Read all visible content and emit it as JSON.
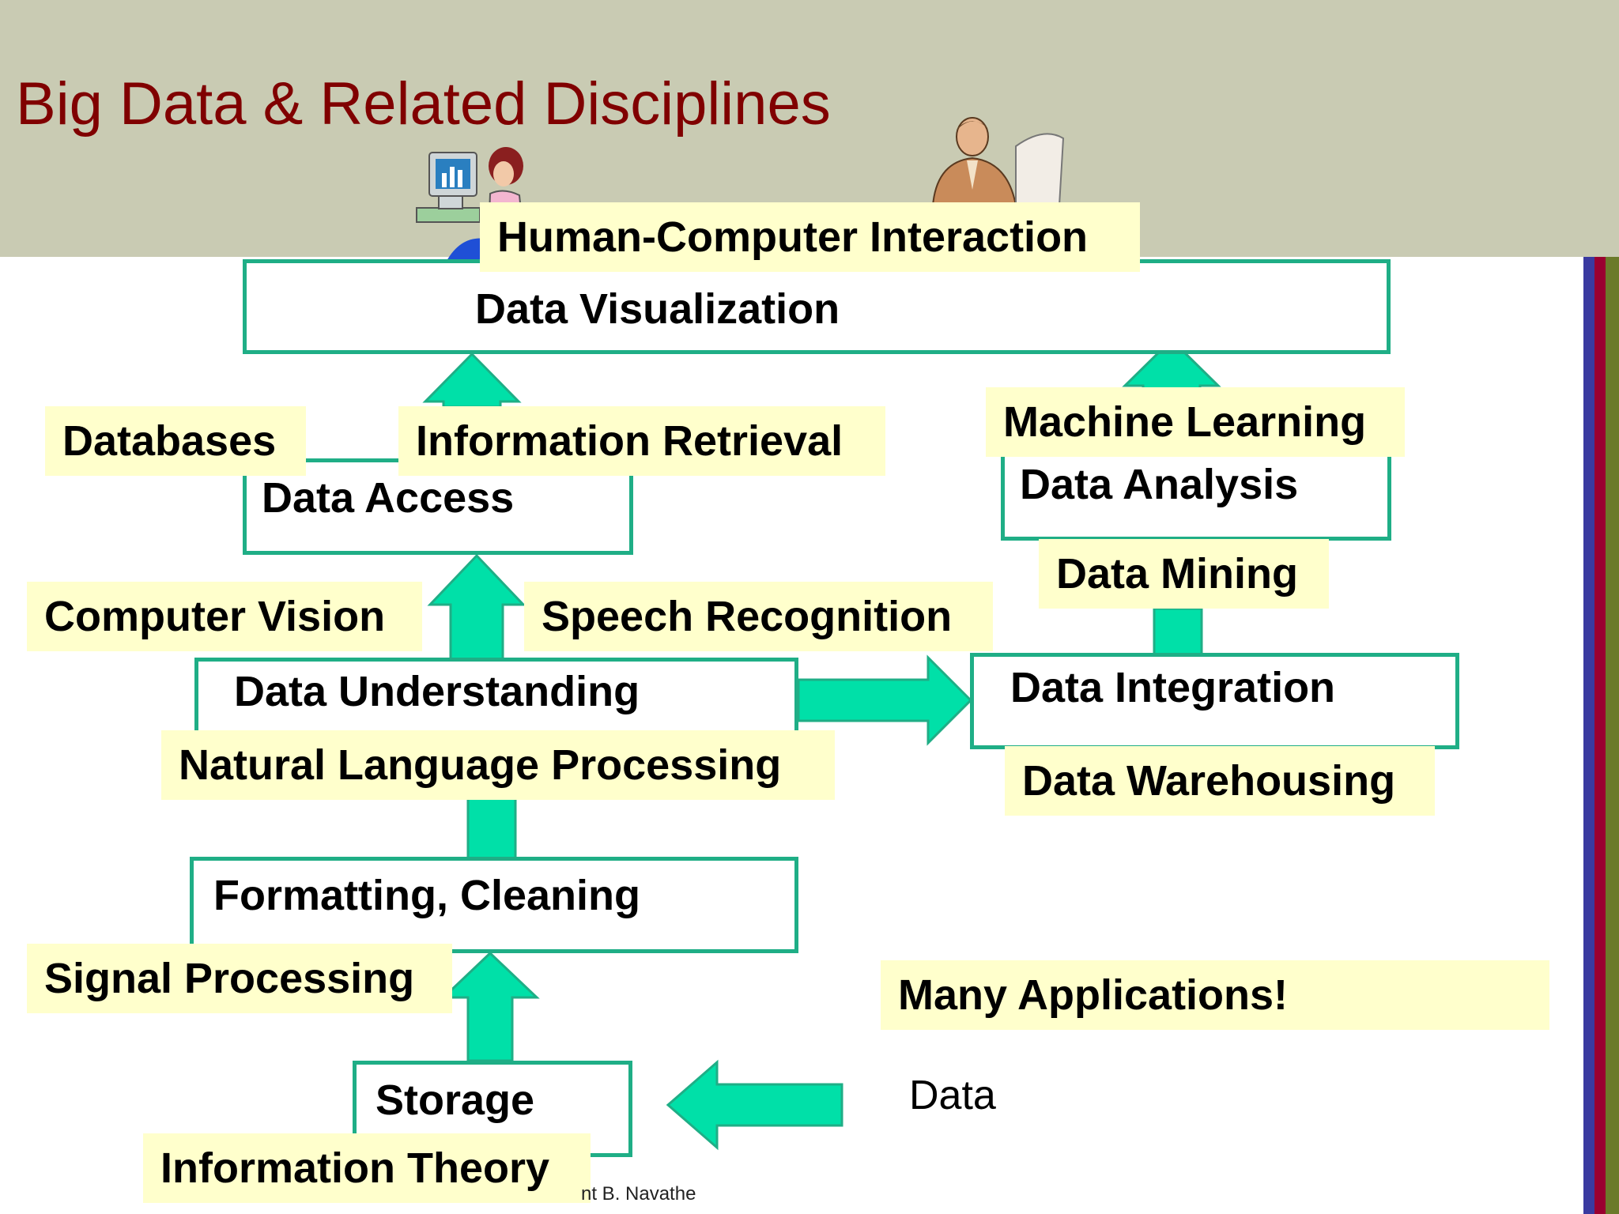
{
  "slide": {
    "title": "Big Data & Related Disciplines",
    "footer": "nt B. Navathe",
    "colors": {
      "header_background": "#c9cbb3",
      "title": "#800000",
      "box_border": "#1fae86",
      "arrow_fill": "#00e0a8",
      "tag_background": "#ffffcc"
    }
  },
  "boxes": {
    "visualization": "Data Visualization",
    "access": "Data Access",
    "analysis": "Data Analysis",
    "understanding": "Data Understanding",
    "integration": "Data Integration",
    "formatting": "Formatting, Cleaning",
    "storage": "Storage"
  },
  "disciplines": {
    "hci": "Human-Computer Interaction",
    "databases": "Databases",
    "information_retrieval": "Information Retrieval",
    "machine_learning": "Machine Learning",
    "data_mining": "Data Mining",
    "computer_vision": "Computer Vision",
    "speech_recognition": "Speech Recognition",
    "nlp": "Natural Language Processing",
    "data_warehousing": "Data Warehousing",
    "signal_processing": "Signal Processing",
    "many_applications": "Many Applications!",
    "information_theory": "Information Theory"
  },
  "data_source_label": "Data",
  "icons": [
    "woman-at-computer-clipart-icon",
    "man-at-computer-clipart-icon"
  ]
}
